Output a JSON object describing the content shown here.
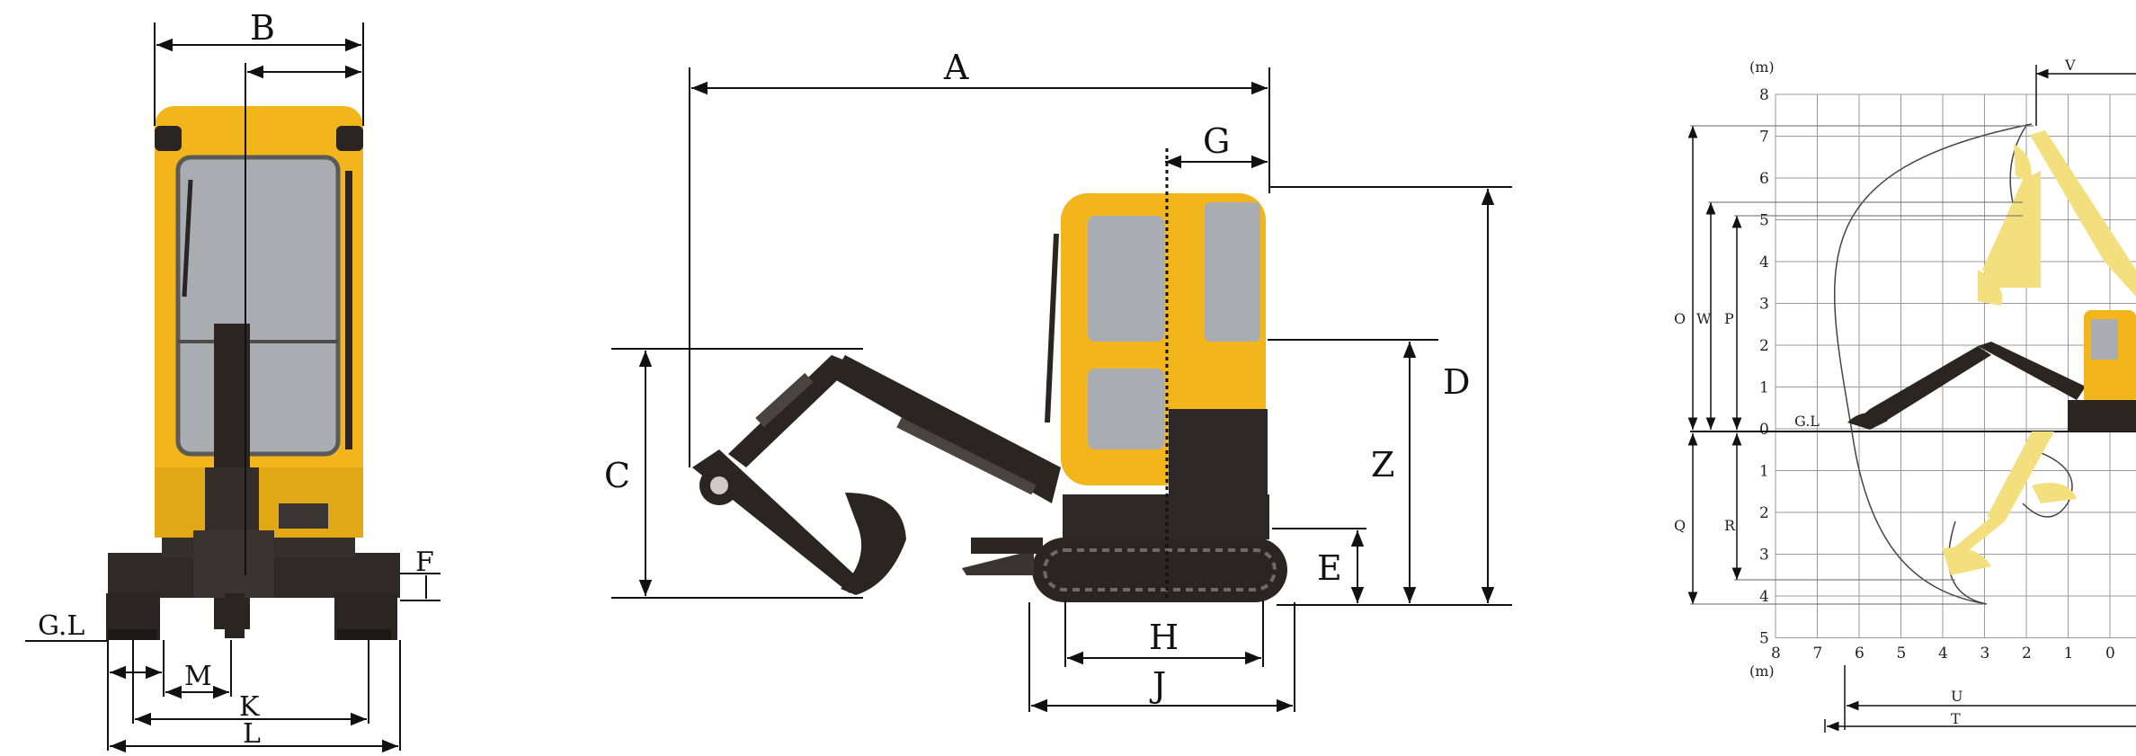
{
  "front_view": {
    "labels": {
      "B": "B",
      "F": "F",
      "GL": "G.L",
      "M": "M",
      "K": "K",
      "L": "L"
    }
  },
  "side_view": {
    "labels": {
      "A": "A",
      "G": "G",
      "C": "C",
      "D": "D",
      "Z": "Z",
      "E": "E",
      "H": "H",
      "J": "J"
    }
  },
  "working_range": {
    "unit_top": "(m)",
    "unit_bottom": "(m)",
    "gl_label": "G.L",
    "y_ticks": [
      "8",
      "7",
      "6",
      "5",
      "4",
      "3",
      "2",
      "1",
      "0",
      "1",
      "2",
      "3",
      "4",
      "5"
    ],
    "x_ticks": [
      "8",
      "7",
      "6",
      "5",
      "4",
      "3",
      "2",
      "1",
      "0"
    ],
    "labels": {
      "O": "O",
      "W": "W",
      "P": "P",
      "Q": "Q",
      "R": "R",
      "V": "V",
      "U": "U",
      "T": "T"
    }
  },
  "colors": {
    "machine_yellow": "#f2b51c",
    "arm_dark": "#2b2522",
    "glass": "#a9adb2",
    "line": "#111111"
  }
}
